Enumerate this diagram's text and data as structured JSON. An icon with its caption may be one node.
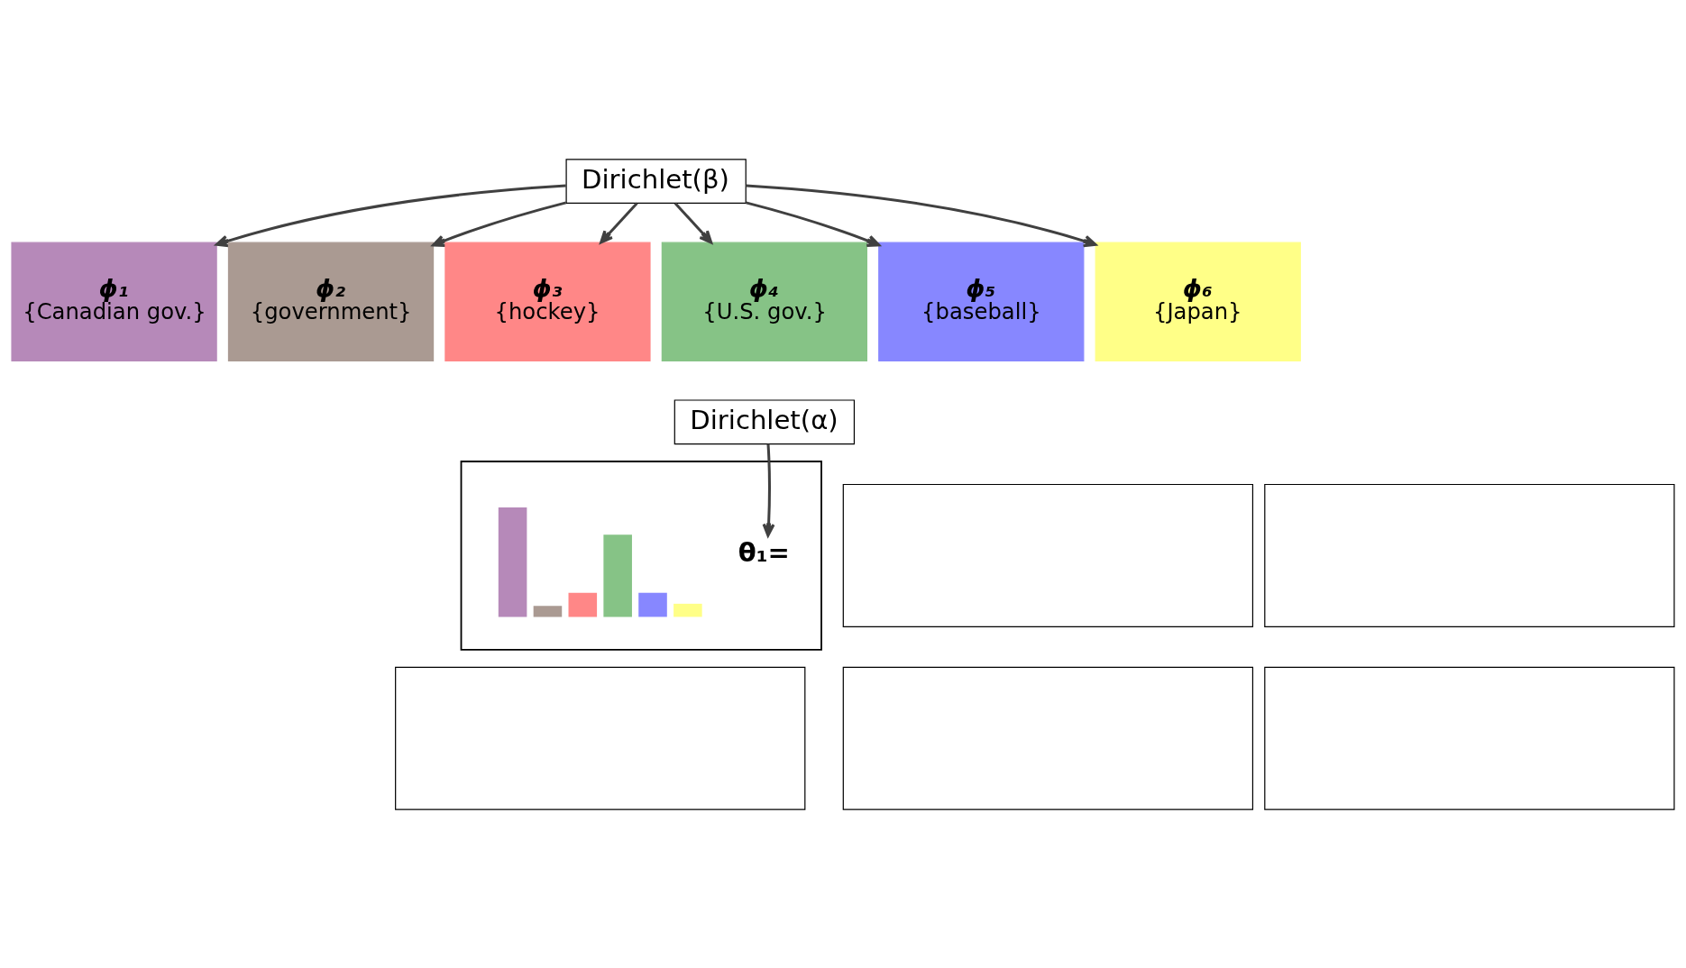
{
  "diagram": {
    "nodes": [
      {
        "text": [
          "Dirichlet(β)"
        ]
      },
      {
        "text": [
          "ϕ₁",
          "{Canadian gov.}"
        ]
      },
      {
        "text": [
          "ϕ₂",
          "{government}"
        ]
      },
      {
        "text": [
          "ϕ₃",
          "{hockey}"
        ]
      },
      {
        "text": [
          "ϕ₄",
          "{U.S. gov.}"
        ]
      },
      {
        "text": [
          "ϕ₅",
          "{baseball}"
        ]
      },
      {
        "text": [
          "ϕ₆",
          "{Japan}"
        ]
      },
      {
        "text": [
          "Dirichlet(α)"
        ]
      },
      {
        "text": [],
        "shape": "box"
      },
      {
        "text": [
          "θ₁="
        ],
        "in": 8
      },
      {
        "text": [],
        "shape": "picture",
        "in": 8
      },
      {
        "text": [],
        "shape": "box"
      },
      {
        "text": [],
        "shape": "box"
      },
      {
        "text": [],
        "shape": "box"
      },
      {
        "text": [],
        "shape": "box"
      },
      {
        "text": [],
        "shape": "box"
      }
    ],
    "edges": [
      {
        "from": 0,
        "to": 1,
        "arrow": "to"
      },
      {
        "from": 0,
        "to": 2,
        "arrow": "to"
      },
      {
        "from": 0,
        "to": 3,
        "arrow": "to"
      },
      {
        "from": 0,
        "to": 4,
        "arrow": "to"
      },
      {
        "from": 0,
        "to": 5,
        "arrow": "to"
      },
      {
        "from": 0,
        "to": 6,
        "arrow": "to"
      },
      {
        "from": 7,
        "to": 9,
        "arrow": "to"
      }
    ]
  }
}
